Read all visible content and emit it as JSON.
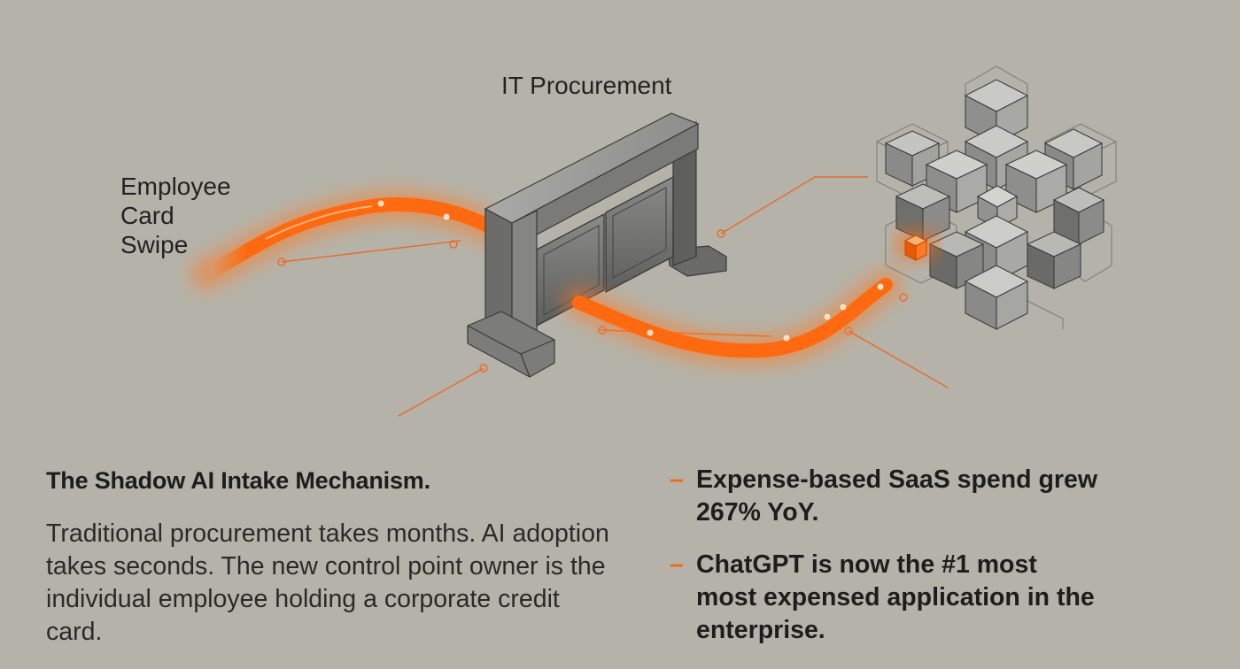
{
  "labels": {
    "employee": "Employee\nCard\nSwipe",
    "it_procurement": "IT Procurement"
  },
  "heading": "The Shadow AI Intake Mechanism.",
  "body": "Traditional procurement takes months. AI adoption takes seconds. The new control point owner is the individual employee holding a corporate credit card.",
  "bullets": [
    {
      "dash": "–",
      "text": "Expense-based SaaS spend grew 267% YoY."
    },
    {
      "dash": "–",
      "text": "ChatGPT is now the #1 most most expensed application in the enterprise."
    }
  ],
  "colors": {
    "background": "#b5b3a9",
    "accent_orange": "#ff6a10",
    "gate_metal": "#6e6e6e"
  },
  "icons": {
    "gate": "gate-icon",
    "cube_cluster": "cube-cluster-icon"
  }
}
